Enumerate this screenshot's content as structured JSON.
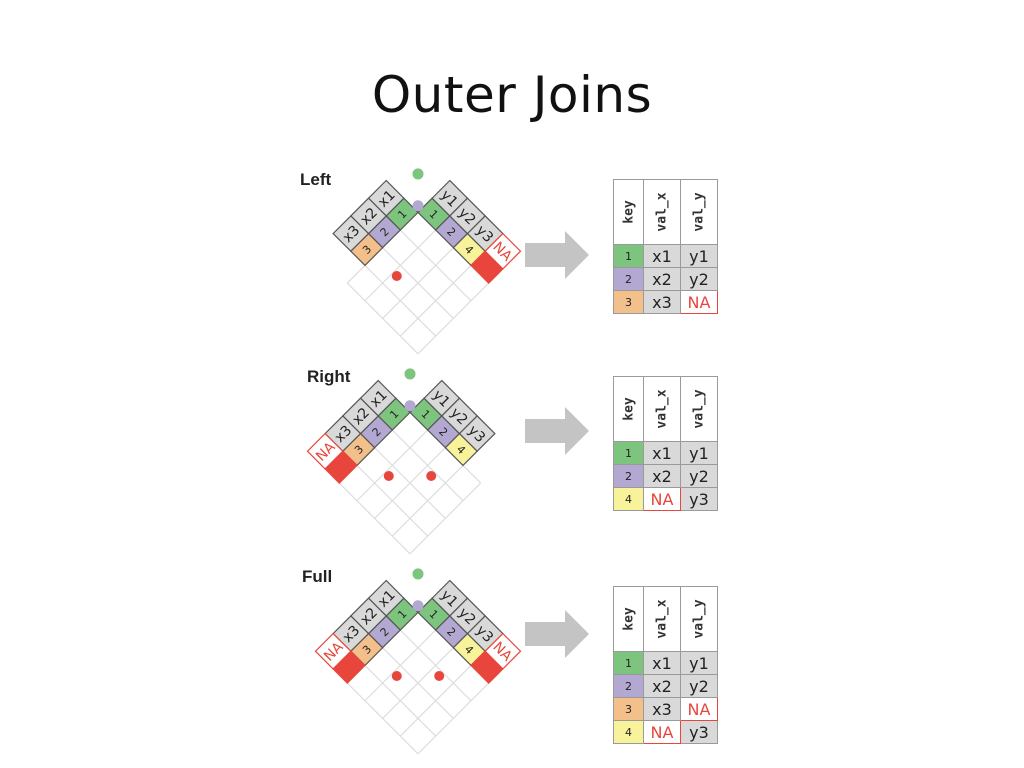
{
  "title": "Outer Joins",
  "colors": {
    "key1": "#7dc57f",
    "key2": "#b3a8d1",
    "key3": "#f3c08c",
    "key4": "#f8f39a",
    "value_bg": "#d9d9d9",
    "border": "#555555",
    "na": "#e8463c",
    "arrow": "#c4c4c4"
  },
  "panels": [
    {
      "label": "Left",
      "x_table": [
        {
          "key": "1",
          "val": "x1"
        },
        {
          "key": "2",
          "val": "x2"
        },
        {
          "key": "3",
          "val": "x3"
        }
      ],
      "y_table": [
        {
          "key": "1",
          "val": "y1"
        },
        {
          "key": "2",
          "val": "y2"
        },
        {
          "key": "4",
          "val": "y3"
        },
        {
          "key": "",
          "val": "NA"
        }
      ],
      "result": {
        "columns": [
          "key",
          "val_x",
          "val_y"
        ],
        "rows": [
          [
            "1",
            "x1",
            "y1"
          ],
          [
            "2",
            "x2",
            "y2"
          ],
          [
            "3",
            "x3",
            "NA"
          ]
        ]
      }
    },
    {
      "label": "Right",
      "x_table": [
        {
          "key": "1",
          "val": "x1"
        },
        {
          "key": "2",
          "val": "x2"
        },
        {
          "key": "3",
          "val": "x3"
        },
        {
          "key": "",
          "val": "NA"
        }
      ],
      "y_table": [
        {
          "key": "1",
          "val": "y1"
        },
        {
          "key": "2",
          "val": "y2"
        },
        {
          "key": "4",
          "val": "y3"
        }
      ],
      "result": {
        "columns": [
          "key",
          "val_x",
          "val_y"
        ],
        "rows": [
          [
            "1",
            "x1",
            "y1"
          ],
          [
            "2",
            "x2",
            "y2"
          ],
          [
            "4",
            "NA",
            "y3"
          ]
        ]
      }
    },
    {
      "label": "Full",
      "x_table": [
        {
          "key": "1",
          "val": "x1"
        },
        {
          "key": "2",
          "val": "x2"
        },
        {
          "key": "3",
          "val": "x3"
        },
        {
          "key": "",
          "val": "NA"
        }
      ],
      "y_table": [
        {
          "key": "1",
          "val": "y1"
        },
        {
          "key": "2",
          "val": "y2"
        },
        {
          "key": "4",
          "val": "y3"
        },
        {
          "key": "",
          "val": "NA"
        }
      ],
      "result": {
        "columns": [
          "key",
          "val_x",
          "val_y"
        ],
        "rows": [
          [
            "1",
            "x1",
            "y1"
          ],
          [
            "2",
            "x2",
            "y2"
          ],
          [
            "3",
            "x3",
            "NA"
          ],
          [
            "4",
            "NA",
            "y3"
          ]
        ]
      }
    }
  ]
}
